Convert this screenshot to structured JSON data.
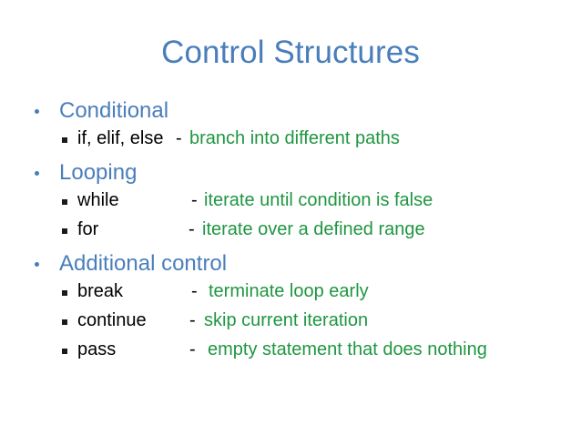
{
  "slide": {
    "title": "Control Structures",
    "background_color": "#ffffff",
    "title_color": "#4a7ebb",
    "level1_color": "#4a7ebb",
    "term_color": "#000000",
    "description_color": "#1f9641",
    "dash": "-"
  },
  "sections": [
    {
      "heading": "Conditional",
      "items": [
        {
          "term": "if, elif, else",
          "dash": "-",
          "description": "branch into different paths"
        }
      ]
    },
    {
      "heading": "Looping",
      "items": [
        {
          "term": "while",
          "dash": "-",
          "description": "iterate until condition is false"
        },
        {
          "term": "for",
          "dash": "-",
          "description": "iterate over a defined range"
        }
      ]
    },
    {
      "heading": "Additional control",
      "items": [
        {
          "term": "break",
          "dash": "-",
          "description": "terminate loop early"
        },
        {
          "term": "continue",
          "dash": "-",
          "description": "skip current iteration"
        },
        {
          "term": "pass",
          "dash": "-",
          "description": "empty statement that does nothing"
        }
      ]
    }
  ]
}
